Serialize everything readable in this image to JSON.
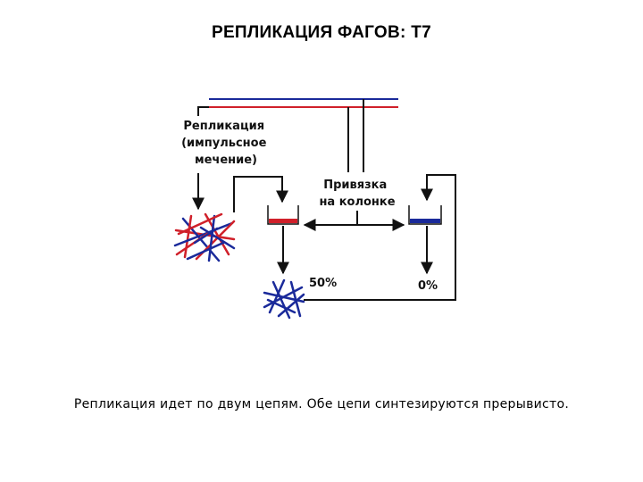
{
  "title": "РЕПЛИКАЦИЯ ФАГОВ: T7",
  "diagram": {
    "label_replication": [
      "Репликация",
      "(импульсное",
      "мечение)"
    ],
    "label_binding": [
      "Привязка",
      "на колонке"
    ],
    "percent_left": "50%",
    "percent_right": "0%"
  },
  "caption": "Репликация идет по двум цепям. Обе цепи синтезируются прерывисто.",
  "colors": {
    "red": "#d0202a",
    "blue": "#1a2a9a",
    "line": "#111111"
  }
}
